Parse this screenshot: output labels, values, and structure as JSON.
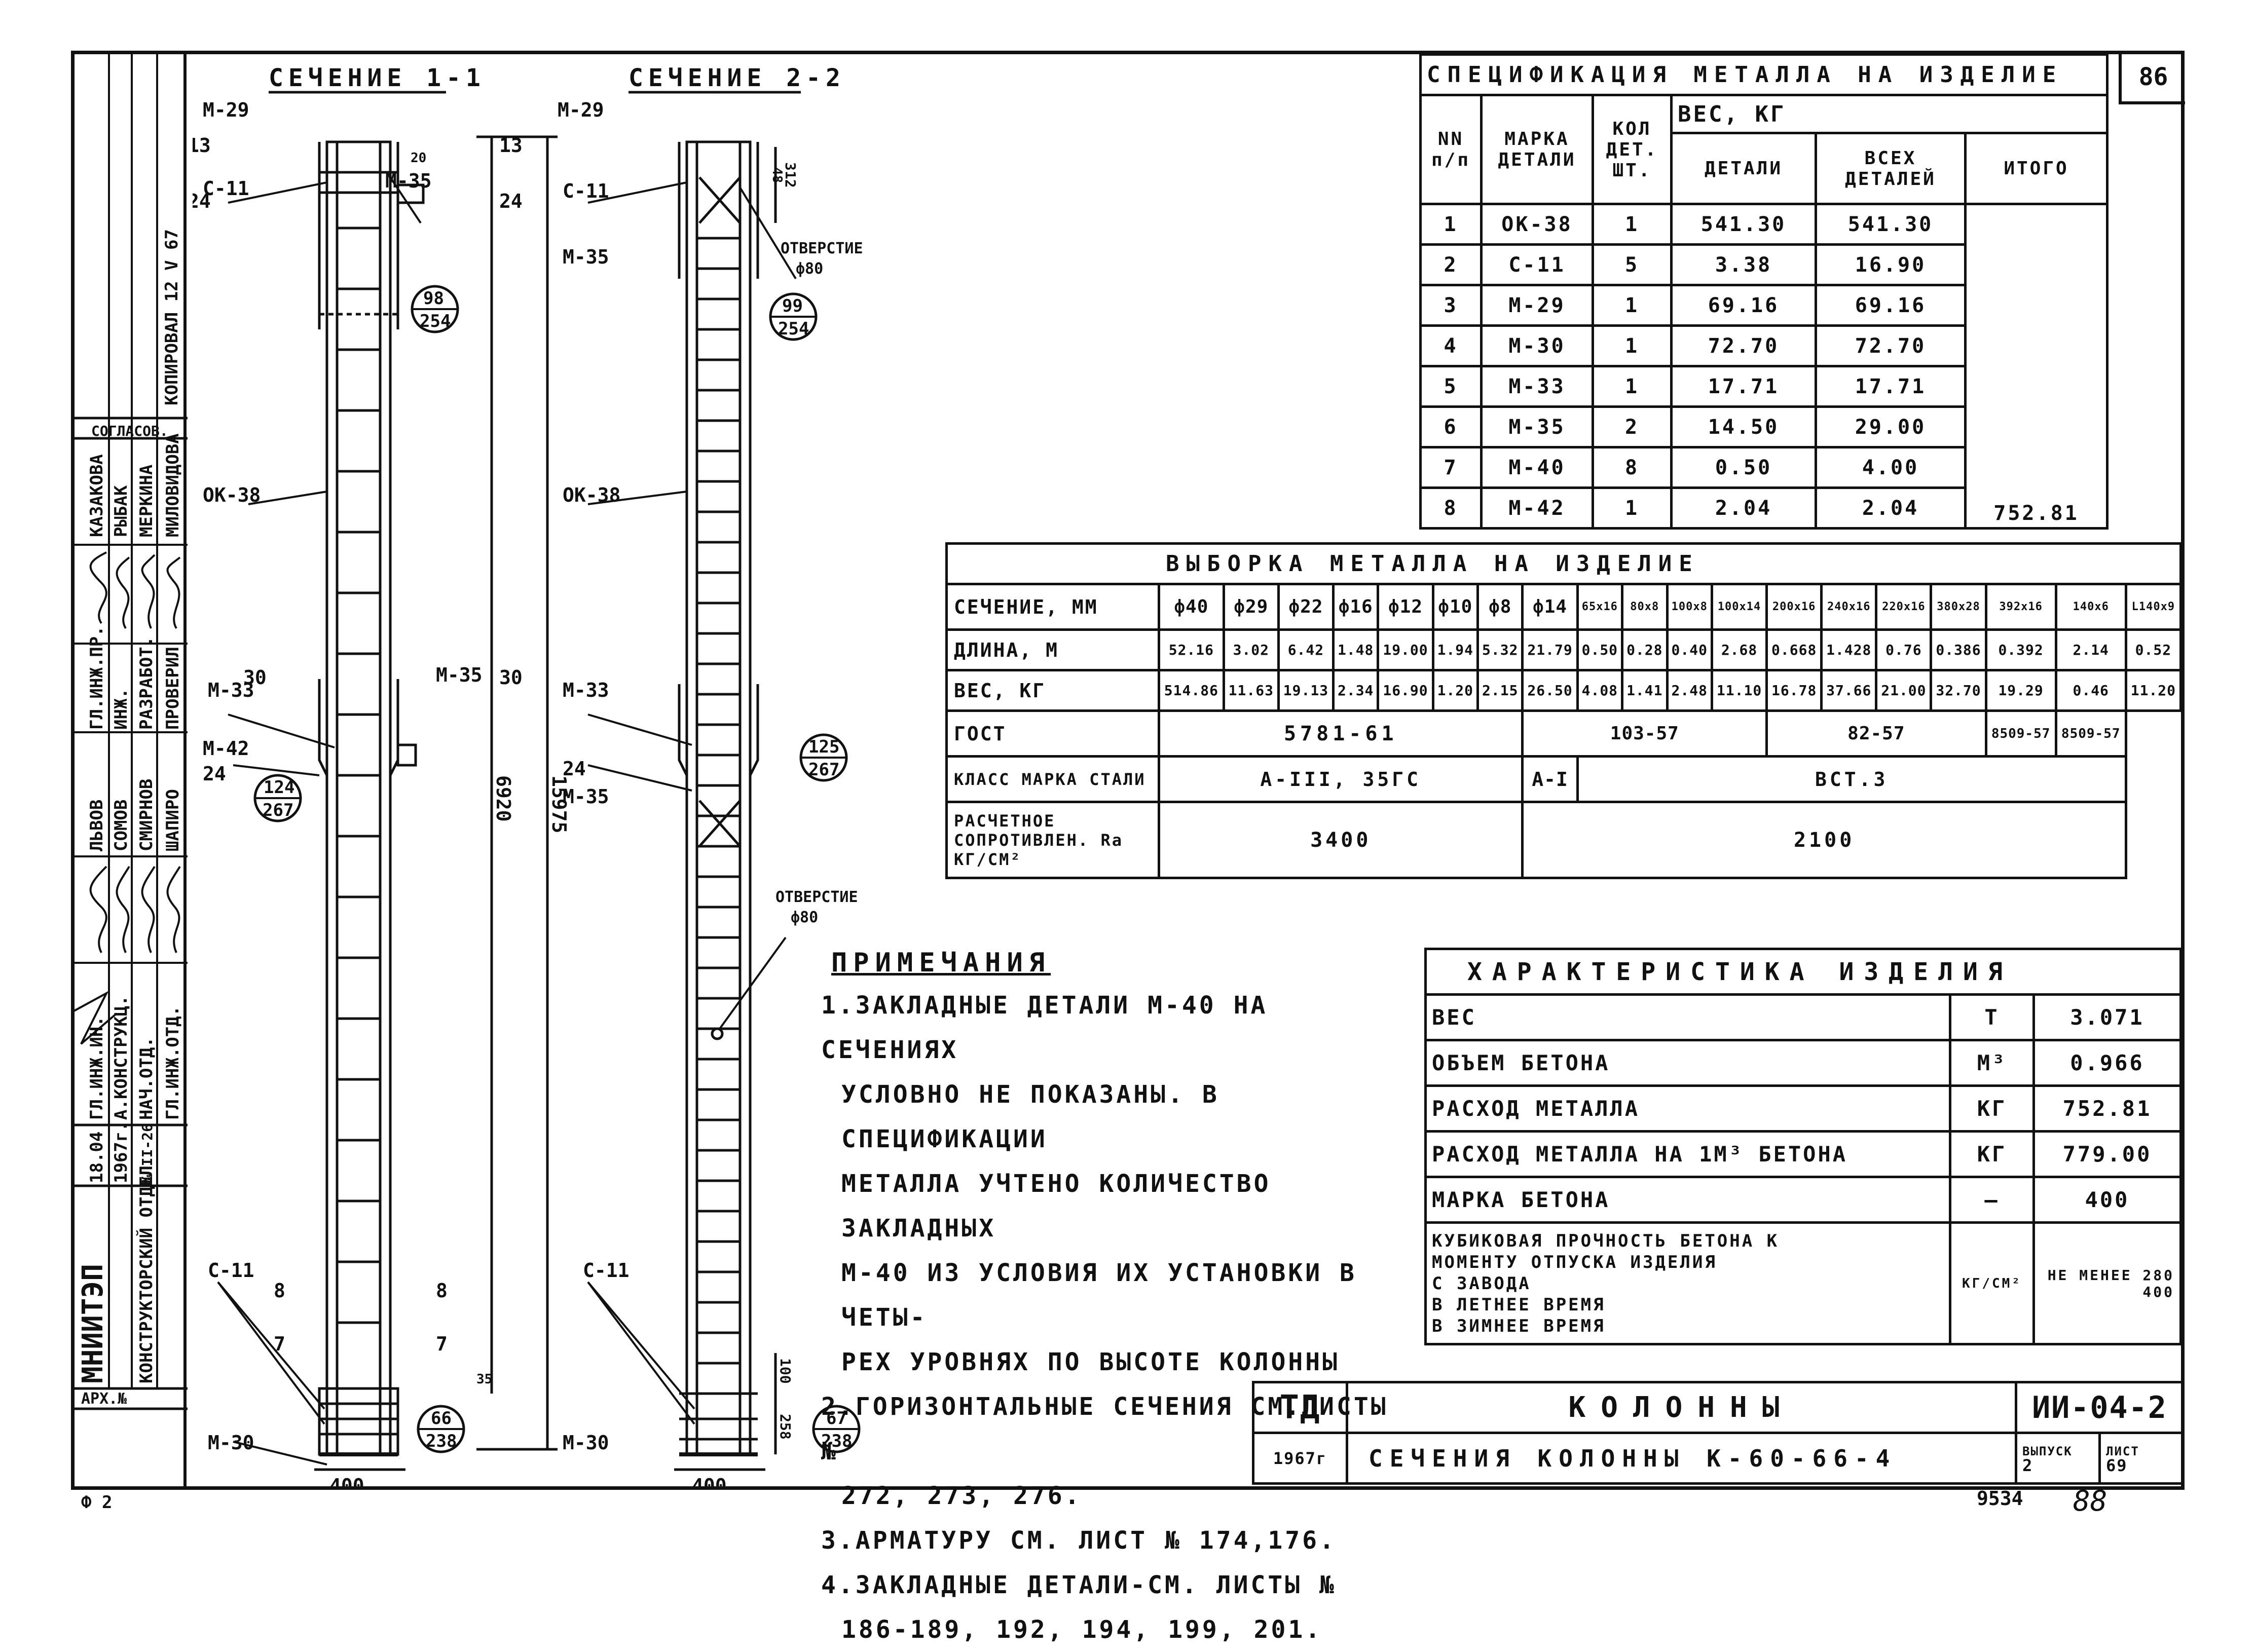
{
  "sheet_number_corner": "86",
  "section_titles": [
    "СЕЧЕНИЕ 1-1",
    "СЕЧЕНИЕ 2-2"
  ],
  "drawing_labels": {
    "left": {
      "m29": "М-29",
      "c11_top": "С-11",
      "m35_top": "М-35",
      "ok38": "ОК-38",
      "m33": "М-33",
      "m35_mid": "М-35",
      "m42": "М-42",
      "c11_bottom": "С-11",
      "m30": "М-30",
      "dim_13": "13",
      "dim_24": "24",
      "dim_24b": "24",
      "dim_30": "30",
      "dim_30b": "30",
      "dim_8": "8",
      "dim_7": "7",
      "dim_8b": "8",
      "dim_7b": "7",
      "dim_400": "400",
      "dim_6920": "6920",
      "dim_15975": "15975",
      "dim_20": "20",
      "dim_35": "35",
      "callout_98": "98",
      "callout_254": "254",
      "callout_124": "124",
      "callout_267": "267",
      "callout_66": "66",
      "callout_238": "238"
    },
    "right": {
      "m29": "М-29",
      "c11_top": "С-11",
      "m35_top": "М-35",
      "ok38": "ОК-38",
      "m33": "М-33",
      "m35_mid": "М-35",
      "c11_bottom": "С-11",
      "m30": "М-30",
      "hole1": "ОТВЕРСТИЕ",
      "hole1_d": "ф80",
      "hole2": "ОТВЕРСТИЕ",
      "hole2_d": "ф80",
      "dim_13": "13",
      "dim_24": "24",
      "dim_400": "400",
      "dim_312": "312",
      "dim_48": "48",
      "dim_100": "100",
      "dim_258": "258",
      "callout_99": "99",
      "callout_254": "254",
      "callout_125": "125",
      "callout_267": "267",
      "callout_67": "67",
      "callout_238": "238"
    }
  },
  "side_stamp": {
    "org": "МНИИТЭП",
    "dept": "КОНСТРУКТОРСКИЙ ОТДЕЛ",
    "date1": "18.04",
    "date2": "1967г.",
    "num": "№ II-26",
    "agreed": "СОГЛАСОВ.",
    "arch": "АРХ.№",
    "copy": "КОПИРОВАЛ 12 V 67",
    "rows": [
      {
        "role": "ГЛ.ИНЖ.ИН.",
        "name": "ЛЬВОВ"
      },
      {
        "role": "А.КОНСТРУКЦ.",
        "name": "СОМОВ"
      },
      {
        "role": "НАЧ.ОТД.",
        "name": "СМИРНОВ"
      },
      {
        "role": "ГЛ.ИНЖ.ОТД.",
        "name": "ШАПИРО"
      },
      {
        "role": "ГЛ.ИНЖ.ПР.",
        "name": "КАЗАКОВА"
      },
      {
        "role": "ИНЖ.",
        "name": "РЫБАК"
      },
      {
        "role": "РАЗРАБОТ.",
        "name": "МЕРКИНА"
      },
      {
        "role": "ПРОВЕРИЛ",
        "name": "МИЛОВИДОВА"
      }
    ],
    "signatures": [
      "Lvov",
      "Somov",
      "Smirnov",
      "Shapiro",
      "Kazakova",
      "Rybak",
      "Merkina",
      "Milovidova"
    ]
  },
  "spec": {
    "title": "СПЕЦИФИКАЦИЯ МЕТАЛЛА НА ИЗДЕЛИЕ",
    "h_nn": "NN п/п",
    "h_mark": "МАРКА ДЕТАЛИ",
    "h_qty": "КОЛ ДЕТ. ШТ.",
    "h_weight": "ВЕС, КГ",
    "h_detail": "ДЕТАЛИ",
    "h_all": "ВСЕХ ДЕТАЛЕЙ",
    "h_total": "ИТОГО",
    "rows": [
      {
        "n": "1",
        "mark": "ОК-38",
        "qty": "1",
        "w": "541.30",
        "all": "541.30"
      },
      {
        "n": "2",
        "mark": "С-11",
        "qty": "5",
        "w": "3.38",
        "all": "16.90"
      },
      {
        "n": "3",
        "mark": "М-29",
        "qty": "1",
        "w": "69.16",
        "all": "69.16"
      },
      {
        "n": "4",
        "mark": "М-30",
        "qty": "1",
        "w": "72.70",
        "all": "72.70"
      },
      {
        "n": "5",
        "mark": "М-33",
        "qty": "1",
        "w": "17.71",
        "all": "17.71"
      },
      {
        "n": "6",
        "mark": "М-35",
        "qty": "2",
        "w": "14.50",
        "all": "29.00"
      },
      {
        "n": "7",
        "mark": "М-40",
        "qty": "8",
        "w": "0.50",
        "all": "4.00"
      },
      {
        "n": "8",
        "mark": "М-42",
        "qty": "1",
        "w": "2.04",
        "all": "2.04"
      }
    ],
    "total": "752.81"
  },
  "selection": {
    "title": "ВЫБОРКА МЕТАЛЛА НА ИЗДЕЛИЕ",
    "section_label": "СЕЧЕНИЕ, ММ",
    "length_label": "ДЛИНА, М",
    "weight_label": "ВЕС, КГ",
    "gost_label": "ГОСТ",
    "class_label": "КЛАСС МАРКА СТАЛИ",
    "res_label": "РАСЧЕТНОЕ СОПРОТИВЛЕН. Ra КГ/СМ²",
    "cols": [
      "ф40",
      "ф29",
      "ф22",
      "ф16",
      "ф12",
      "ф10",
      "ф8",
      "ф14",
      "65х16",
      "80х8",
      "100х8",
      "100х14",
      "200х16",
      "240х16",
      "220х16",
      "380х28",
      "392х16",
      "140х6",
      "L140х9"
    ],
    "lengths": [
      "52.16",
      "3.02",
      "6.42",
      "1.48",
      "19.00",
      "1.94",
      "5.32",
      "21.79",
      "0.50",
      "0.28",
      "0.40",
      "2.68",
      "0.668",
      "1.428",
      "0.76",
      "0.386",
      "0.392",
      "2.14",
      "0.52"
    ],
    "weights": [
      "514.86",
      "11.63",
      "19.13",
      "2.34",
      "16.90",
      "1.20",
      "2.15",
      "26.50",
      "4.08",
      "1.41",
      "2.48",
      "11.10",
      "16.78",
      "37.66",
      "21.00",
      "32.70",
      "19.29",
      "0.46",
      "11.20"
    ],
    "gost_a": "5781-61",
    "gost_b": "103-57",
    "gost_c": "82-57",
    "gost_d": "8509-57",
    "gost_e": "8509-57",
    "class_a": "А-III, 35ГС",
    "class_b": "А-I",
    "class_c": "ВСТ.3",
    "res_a": "3400",
    "res_b": "2100"
  },
  "notes": {
    "title": "ПРИМЕЧАНИЯ",
    "lines": [
      "1.ЗАКЛАДНЫЕ ДЕТАЛИ М-40 НА СЕЧЕНИЯХ",
      "УСЛОВНО НЕ ПОКАЗАНЫ. В СПЕЦИФИКАЦИИ",
      "МЕТАЛЛА УЧТЕНО КОЛИЧЕСТВО ЗАКЛАДНЫХ",
      "М-40 ИЗ УСЛОВИЯ ИХ УСТАНОВКИ В ЧЕТЫ-",
      "РЕХ УРОВНЯХ ПО ВЫСОТЕ КОЛОННЫ",
      "2.ГОРИЗОНТАЛЬНЫЕ СЕЧЕНИЯ СМ.ЛИСТЫ №",
      "272, 273, 276.",
      "3.АРМАТУРУ СМ. ЛИСТ № 174,176.",
      "4.ЗАКЛАДНЫЕ ДЕТАЛИ-СМ. ЛИСТЫ №",
      "186-189, 192, 194, 199, 201."
    ]
  },
  "characteristics": {
    "title": "ХАРАКТЕРИСТИКА ИЗДЕЛИЯ",
    "rows": [
      {
        "name": "ВЕС",
        "unit": "Т",
        "value": "3.071"
      },
      {
        "name": "ОБЪЕМ БЕТОНА",
        "unit": "М³",
        "value": "0.966"
      },
      {
        "name": "РАСХОД МЕТАЛЛА",
        "unit": "КГ",
        "value": "752.81"
      },
      {
        "name": "РАСХОД МЕТАЛЛА НА 1М³ БЕТОНА",
        "unit": "КГ",
        "value": "779.00"
      },
      {
        "name": "МАРКА БЕТОНА",
        "unit": "—",
        "value": "400"
      }
    ],
    "strength_lines": [
      "КУБИКОВАЯ ПРОЧНОСТЬ БЕТОНА К",
      "МОМЕНТУ ОТПУСКА ИЗДЕЛИЯ",
      "С ЗАВОДА",
      "В ЛЕТНЕЕ ВРЕМЯ",
      "В ЗИМНЕЕ ВРЕМЯ"
    ],
    "strength_unit": "КГ/СМ²",
    "strength_value_1": "НЕ МЕНЕЕ 280",
    "strength_value_2": "400"
  },
  "title_block": {
    "td": "ТД",
    "year": "1967г",
    "title": "КОЛОННЫ",
    "subtitle": "СЕЧЕНИЯ КОЛОННЫ К-60-66-4",
    "code": "ИИ-04-2",
    "issue_label": "ВЫПУСК",
    "sheet_label": "ЛИСТ",
    "issue": "2",
    "sheet": "69"
  },
  "footer": {
    "left": "Ф 2",
    "inv": "9534",
    "page": "88"
  }
}
